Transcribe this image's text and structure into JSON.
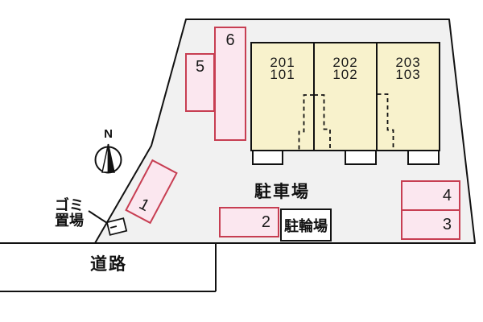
{
  "plan": {
    "compass": {
      "label": "N"
    },
    "building": {
      "units": [
        {
          "upper": "201",
          "lower": "101"
        },
        {
          "upper": "202",
          "lower": "102"
        },
        {
          "upper": "203",
          "lower": "103"
        }
      ]
    },
    "parking": {
      "area_label": "駐車場",
      "spaces": [
        {
          "number": "1"
        },
        {
          "number": "2"
        },
        {
          "number": "3"
        },
        {
          "number": "4"
        },
        {
          "number": "5"
        },
        {
          "number": "6"
        }
      ]
    },
    "bicycle_parking": {
      "label": "駐輪場"
    },
    "garbage_area": {
      "label": "ゴミ\n置場"
    },
    "road": {
      "label": "道路"
    },
    "colors": {
      "site_fill": "#f1f1f1",
      "building_fill": "#f8f2cc",
      "space_fill": "#fbe7ef",
      "space_border": "#c73e52",
      "line": "#111111"
    }
  }
}
